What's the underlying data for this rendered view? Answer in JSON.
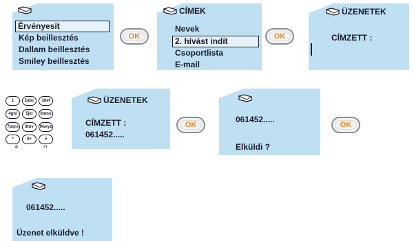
{
  "colors": {
    "screen_bg": "#bfe0f3",
    "ok_text": "#f08a1c",
    "text": "#1a1a2a"
  },
  "ok_label": "OK",
  "screen1": {
    "menu": [
      "Érvényesít",
      "Kép beillesztés",
      "Dallam beillesztés",
      "Smiley beillesztés"
    ],
    "selected_index": 0
  },
  "screen2": {
    "title": "CÍMEK",
    "menu": [
      "Nevek",
      "2. hívást indít",
      "Csoportlista",
      "E-mail"
    ],
    "selected_index": 1
  },
  "screen3": {
    "title": "ÜZENETEK",
    "label": "CÍMZETT :"
  },
  "screen4": {
    "title": "ÜZENETEK",
    "label": "CÍMZETT :",
    "value": "061452....."
  },
  "screen5": {
    "number": "061452.....",
    "prompt": "Elküldi ?"
  },
  "screen6": {
    "number": "061452.....",
    "status": "Üzenet elküldve !"
  },
  "keypad": {
    "keys": [
      "1",
      "2abc",
      "3def",
      "4ghi",
      "5jkl",
      "6mno",
      "7pqrs",
      "8tuv",
      "9wxyz",
      "*",
      "0+",
      "#"
    ]
  }
}
